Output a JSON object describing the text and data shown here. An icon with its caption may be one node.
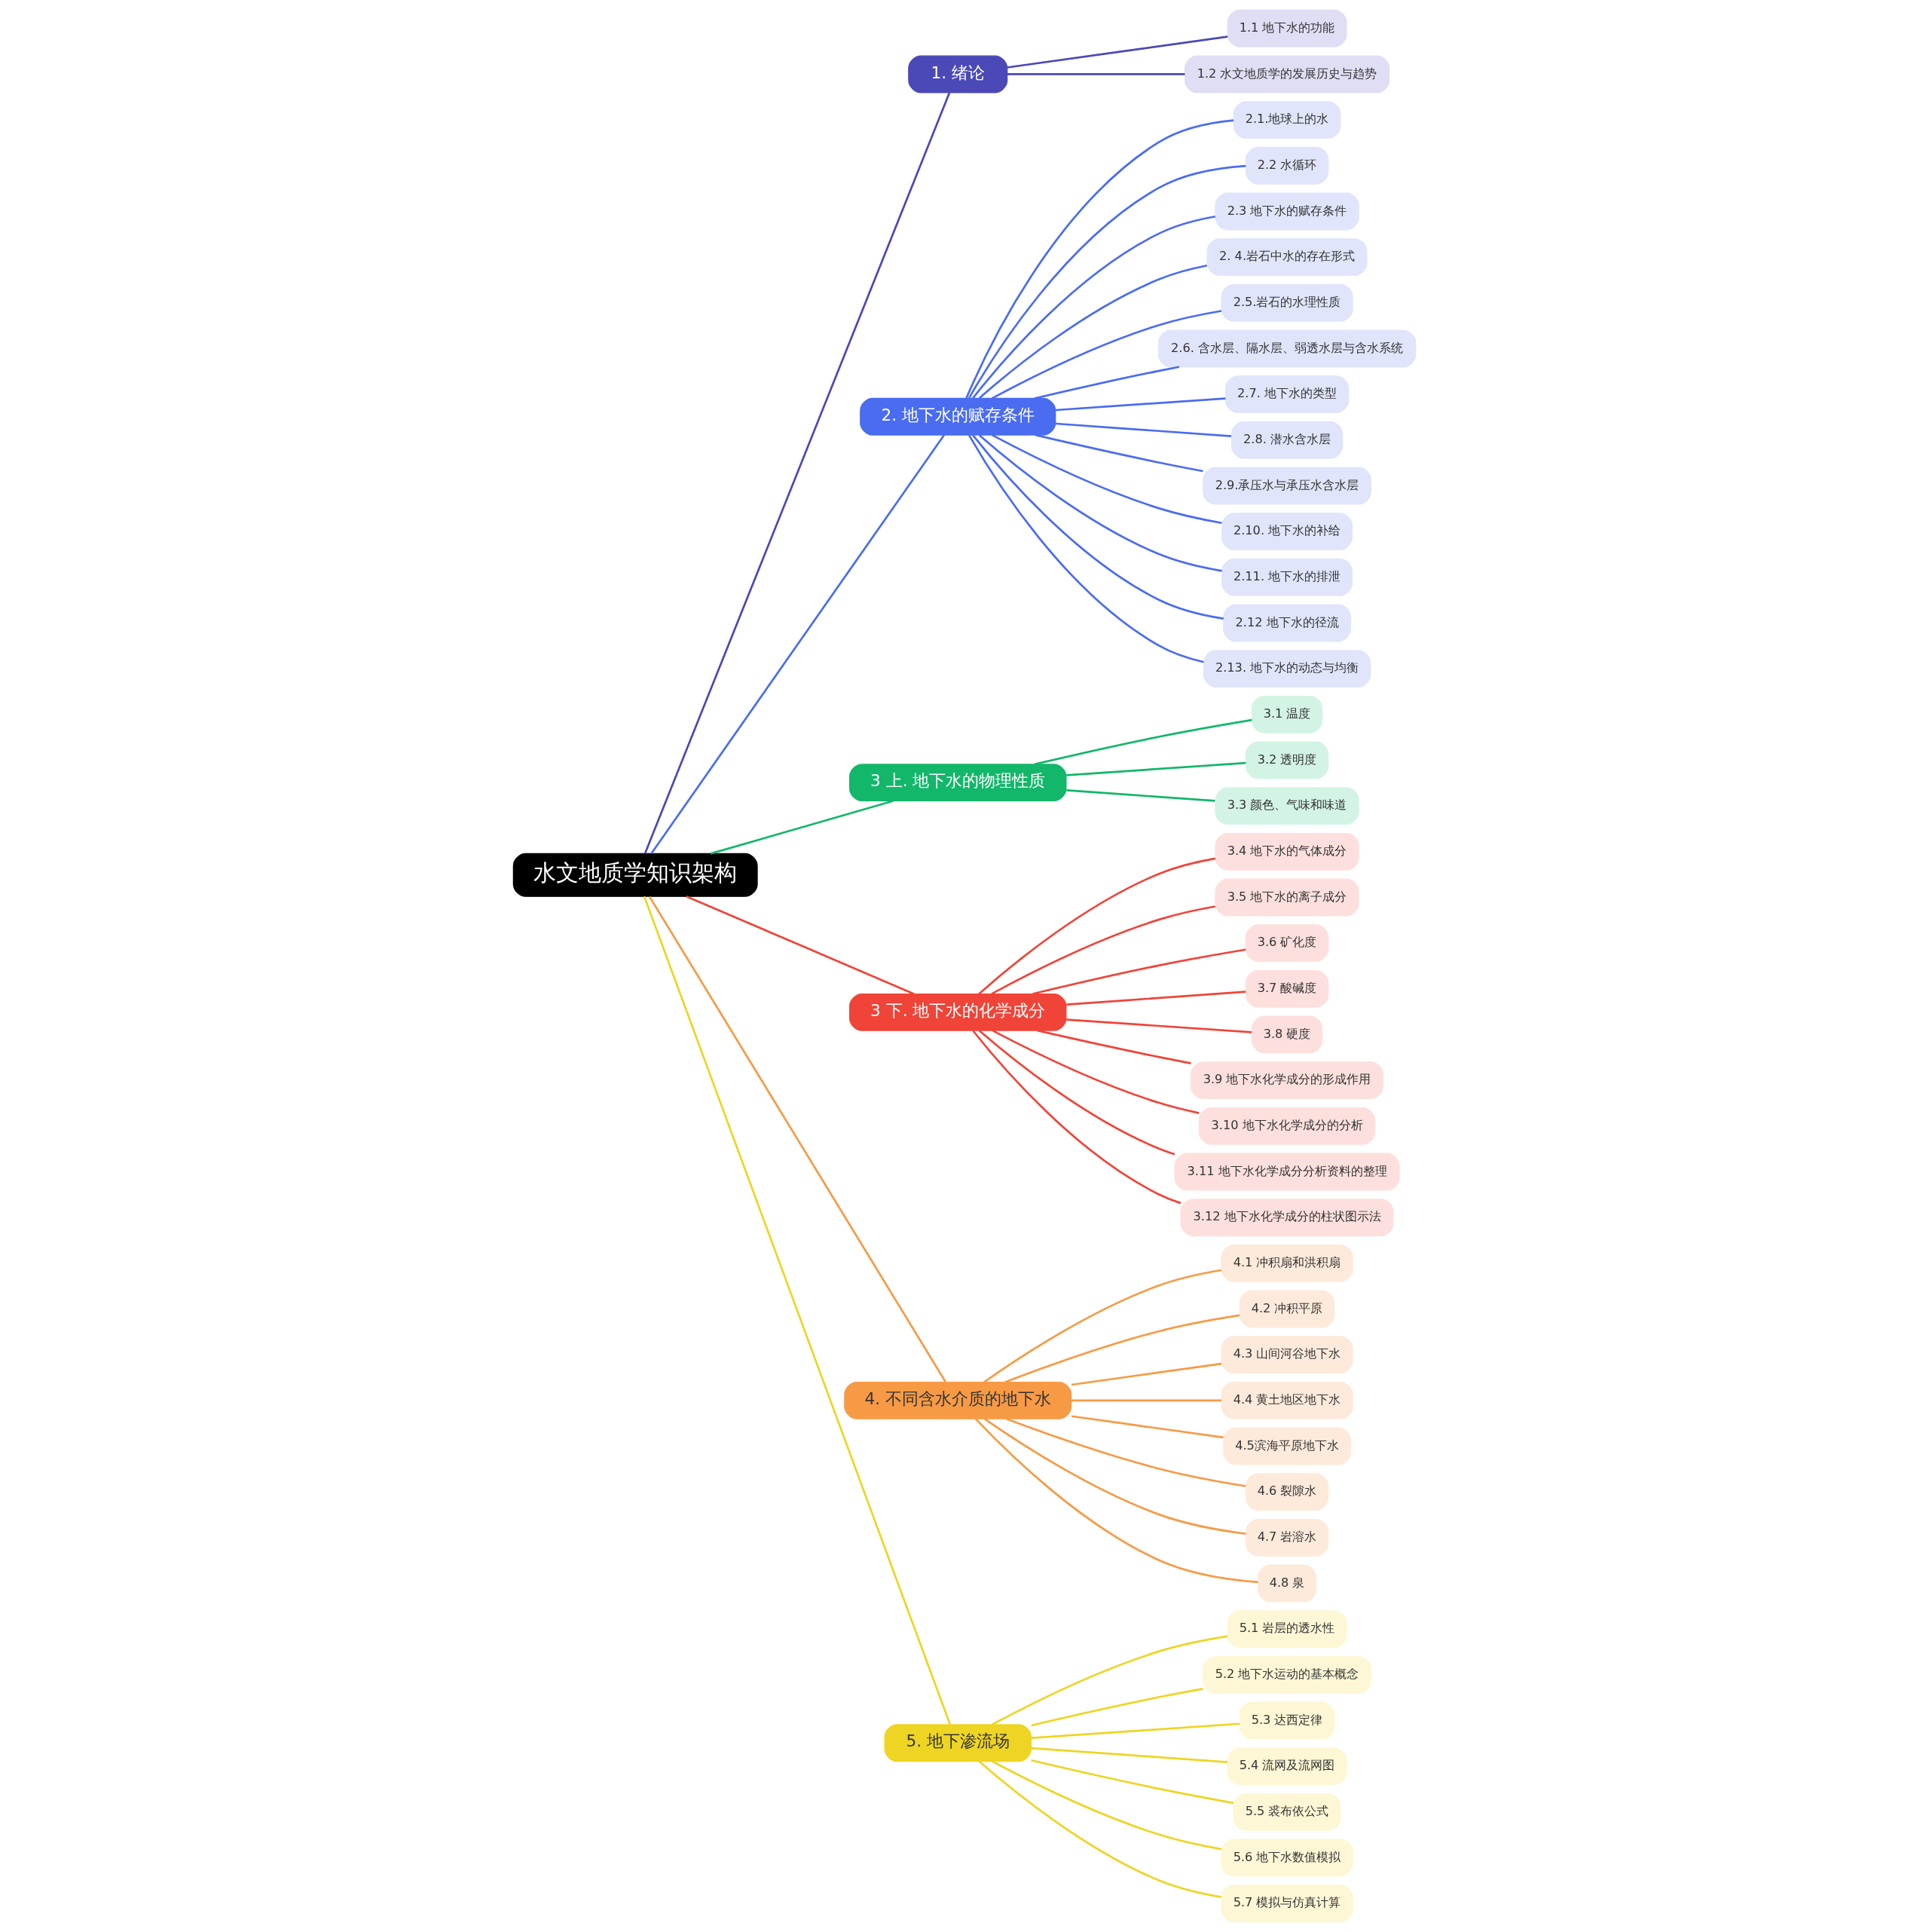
{
  "diagram": {
    "nodes": [
      {
        "text": [
          "水文地质学知识架构"
        ]
      },
      {
        "text": [
          "1. 绪论"
        ]
      },
      {
        "text": [
          "1.1 地下水的功能"
        ]
      },
      {
        "text": [
          "1.2 水文地质学的发展历史与趋势"
        ]
      },
      {
        "text": [
          "2. 地下水的赋存条件"
        ]
      },
      {
        "text": [
          "2.1.地球上的水"
        ]
      },
      {
        "text": [
          "2.2 水循环"
        ]
      },
      {
        "text": [
          "2.3 地下水的赋存条件"
        ]
      },
      {
        "text": [
          "2. 4.岩石中水的存在形式"
        ]
      },
      {
        "text": [
          "2.5.岩石的水理性质"
        ]
      },
      {
        "text": [
          "2.6. 含水层、隔水层、弱透水层与含水系统"
        ]
      },
      {
        "text": [
          "2.7. 地下水的类型"
        ]
      },
      {
        "text": [
          "2.8. 潜水含水层"
        ]
      },
      {
        "text": [
          "2.9.承压水与承压水含水层"
        ]
      },
      {
        "text": [
          "2.10. 地下水的补给"
        ]
      },
      {
        "text": [
          "2.11. 地下水的排泄"
        ]
      },
      {
        "text": [
          "2.12 地下水的径流"
        ]
      },
      {
        "text": [
          "2.13. 地下水的动态与均衡"
        ]
      },
      {
        "text": [
          "3 上. 地下水的物理性质"
        ]
      },
      {
        "text": [
          "3.1 温度"
        ]
      },
      {
        "text": [
          "3.2 透明度"
        ]
      },
      {
        "text": [
          "3.3 颜色、气味和味道"
        ]
      },
      {
        "text": [
          "3 下. 地下水的化学成分"
        ]
      },
      {
        "text": [
          "3.4 地下水的气体成分"
        ]
      },
      {
        "text": [
          "3.5 地下水的离子成分"
        ]
      },
      {
        "text": [
          "3.6 矿化度"
        ]
      },
      {
        "text": [
          "3.7 酸碱度"
        ]
      },
      {
        "text": [
          "3.8 硬度"
        ]
      },
      {
        "text": [
          "3.9 地下水化学成分的形成作用"
        ]
      },
      {
        "text": [
          "3.10 地下水化学成分的分析"
        ]
      },
      {
        "text": [
          "3.11 地下水化学成分分析资料的整理"
        ]
      },
      {
        "text": [
          "3.12 地下水化学成分的柱状图示法"
        ]
      },
      {
        "text": [
          "4. 不同含水介质的地下水"
        ]
      },
      {
        "text": [
          "4.1 冲积扇和洪积扇"
        ]
      },
      {
        "text": [
          "4.2 冲积平原"
        ]
      },
      {
        "text": [
          "4.3 山间河谷地下水"
        ]
      },
      {
        "text": [
          "4.4 黄土地区地下水"
        ]
      },
      {
        "text": [
          "4.5滨海平原地下水"
        ]
      },
      {
        "text": [
          "4.6 裂隙水"
        ]
      },
      {
        "text": [
          "4.7 岩溶水"
        ]
      },
      {
        "text": [
          "4.8 泉"
        ]
      },
      {
        "text": [
          "5. 地下渗流场"
        ]
      },
      {
        "text": [
          "5.1 岩层的透水性"
        ]
      },
      {
        "text": [
          "5.2 地下水运动的基本概念"
        ]
      },
      {
        "text": [
          "5.3 达西定律"
        ]
      },
      {
        "text": [
          "5.4 流网及流网图"
        ]
      },
      {
        "text": [
          "5.5 裘布依公式"
        ]
      },
      {
        "text": [
          "5.6 地下水数值模拟"
        ]
      },
      {
        "text": [
          "5.7 模拟与仿真计算"
        ]
      }
    ],
    "edges": [
      {
        "from": 0,
        "to": 1,
        "arrow": "none",
        "color": "#4b48b8"
      },
      {
        "from": 1,
        "to": 2,
        "arrow": "none",
        "color": "#4b48b8"
      },
      {
        "from": 1,
        "to": 3,
        "arrow": "none",
        "color": "#4b48b8"
      },
      {
        "from": 0,
        "to": 4,
        "arrow": "none",
        "color": "#4a6cf0"
      },
      {
        "from": 4,
        "to": 5,
        "arrow": "none",
        "color": "#4a6cf0"
      },
      {
        "from": 4,
        "to": 6,
        "arrow": "none",
        "color": "#4a6cf0"
      },
      {
        "from": 4,
        "to": 7,
        "arrow": "none",
        "color": "#4a6cf0"
      },
      {
        "from": 4,
        "to": 8,
        "arrow": "none",
        "color": "#4a6cf0"
      },
      {
        "from": 4,
        "to": 9,
        "arrow": "none",
        "color": "#4a6cf0"
      },
      {
        "from": 4,
        "to": 10,
        "arrow": "none",
        "color": "#4a6cf0"
      },
      {
        "from": 4,
        "to": 11,
        "arrow": "none",
        "color": "#4a6cf0"
      },
      {
        "from": 4,
        "to": 12,
        "arrow": "none",
        "color": "#4a6cf0"
      },
      {
        "from": 4,
        "to": 13,
        "arrow": "none",
        "color": "#4a6cf0"
      },
      {
        "from": 4,
        "to": 14,
        "arrow": "none",
        "color": "#4a6cf0"
      },
      {
        "from": 4,
        "to": 15,
        "arrow": "none",
        "color": "#4a6cf0"
      },
      {
        "from": 4,
        "to": 16,
        "arrow": "none",
        "color": "#4a6cf0"
      },
      {
        "from": 4,
        "to": 17,
        "arrow": "none",
        "color": "#4a6cf0"
      },
      {
        "from": 0,
        "to": 18,
        "arrow": "none",
        "color": "#12b76a"
      },
      {
        "from": 18,
        "to": 19,
        "arrow": "none",
        "color": "#12b76a"
      },
      {
        "from": 18,
        "to": 20,
        "arrow": "none",
        "color": "#12b76a"
      },
      {
        "from": 18,
        "to": 21,
        "arrow": "none",
        "color": "#12b76a"
      },
      {
        "from": 0,
        "to": 22,
        "arrow": "none",
        "color": "#f04438"
      },
      {
        "from": 22,
        "to": 23,
        "arrow": "none",
        "color": "#f04438"
      },
      {
        "from": 22,
        "to": 24,
        "arrow": "none",
        "color": "#f04438"
      },
      {
        "from": 22,
        "to": 25,
        "arrow": "none",
        "color": "#f04438"
      },
      {
        "from": 22,
        "to": 26,
        "arrow": "none",
        "color": "#f04438"
      },
      {
        "from": 22,
        "to": 27,
        "arrow": "none",
        "color": "#f04438"
      },
      {
        "from": 22,
        "to": 28,
        "arrow": "none",
        "color": "#f04438"
      },
      {
        "from": 22,
        "to": 29,
        "arrow": "none",
        "color": "#f04438"
      },
      {
        "from": 22,
        "to": 30,
        "arrow": "none",
        "color": "#f04438"
      },
      {
        "from": 22,
        "to": 31,
        "arrow": "none",
        "color": "#f04438"
      },
      {
        "from": 0,
        "to": 32,
        "arrow": "none",
        "color": "#f79a45"
      },
      {
        "from": 32,
        "to": 33,
        "arrow": "none",
        "color": "#f79a45"
      },
      {
        "from": 32,
        "to": 34,
        "arrow": "none",
        "color": "#f79a45"
      },
      {
        "from": 32,
        "to": 35,
        "arrow": "none",
        "color": "#f79a45"
      },
      {
        "from": 32,
        "to": 36,
        "arrow": "none",
        "color": "#f79a45"
      },
      {
        "from": 32,
        "to": 37,
        "arrow": "none",
        "color": "#f79a45"
      },
      {
        "from": 32,
        "to": 38,
        "arrow": "none",
        "color": "#f79a45"
      },
      {
        "from": 32,
        "to": 39,
        "arrow": "none",
        "color": "#f79a45"
      },
      {
        "from": 32,
        "to": 40,
        "arrow": "none",
        "color": "#f79a45"
      },
      {
        "from": 0,
        "to": 41,
        "arrow": "none",
        "color": "#eed523"
      },
      {
        "from": 41,
        "to": 42,
        "arrow": "none",
        "color": "#eed523"
      },
      {
        "from": 41,
        "to": 43,
        "arrow": "none",
        "color": "#eed523"
      },
      {
        "from": 41,
        "to": 44,
        "arrow": "none",
        "color": "#eed523"
      },
      {
        "from": 41,
        "to": 45,
        "arrow": "none",
        "color": "#eed523"
      },
      {
        "from": 41,
        "to": 46,
        "arrow": "none",
        "color": "#eed523"
      },
      {
        "from": 41,
        "to": 47,
        "arrow": "none",
        "color": "#eed523"
      },
      {
        "from": 41,
        "to": 48,
        "arrow": "none",
        "color": "#eed523"
      }
    ]
  }
}
